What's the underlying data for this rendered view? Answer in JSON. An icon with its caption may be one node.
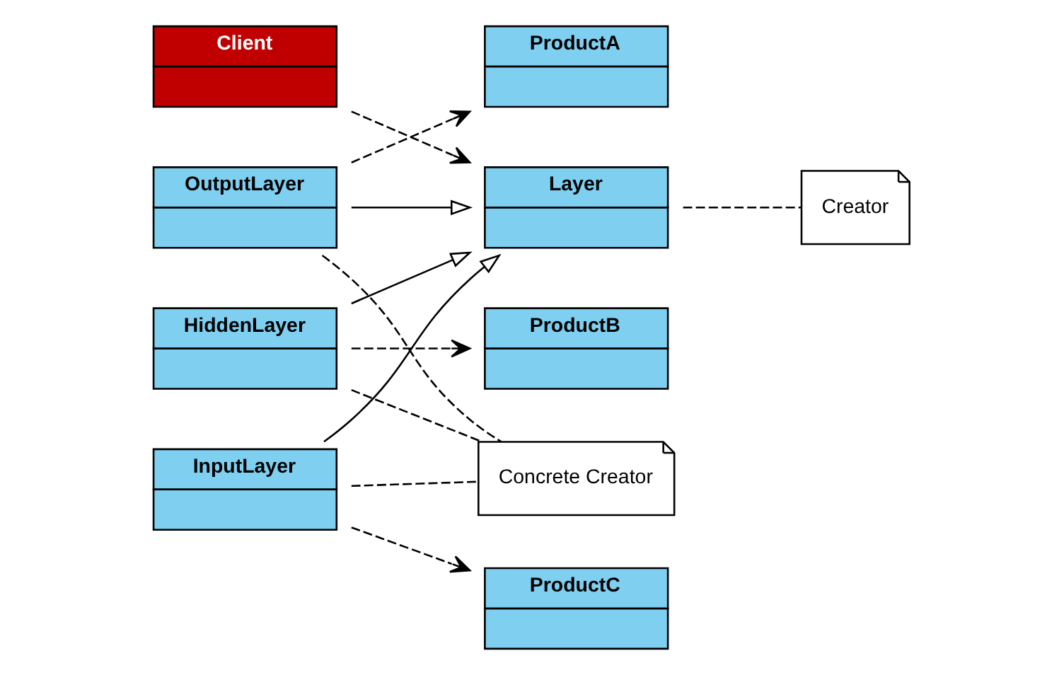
{
  "diagram": {
    "nodes": [
      {
        "text": [
          "Client"
        ]
      },
      {
        "text": [
          "OutputLayer"
        ]
      },
      {
        "text": [
          "ProductA"
        ]
      },
      {
        "text": [
          "Layer"
        ]
      },
      {
        "text": [
          "HiddenLayer"
        ]
      },
      {
        "text": [
          "ProductB"
        ]
      },
      {
        "text": [
          "Creator"
        ]
      },
      {
        "text": [
          "InputLayer"
        ]
      },
      {
        "text": [
          "ProductC"
        ]
      },
      {
        "text": [
          "Concrete Creator"
        ]
      }
    ],
    "edges": [
      {
        "from": 0,
        "to": 3,
        "arrow": "to",
        "style": "dashed"
      },
      {
        "from": 1,
        "to": 3,
        "arrow": "to"
      },
      {
        "from": 4,
        "to": 3,
        "arrow": "to"
      },
      {
        "from": 7,
        "to": 3,
        "arrow": "to"
      },
      {
        "from": 1,
        "to": 2,
        "arrow": "to",
        "style": "dashed"
      },
      {
        "from": 4,
        "to": 5,
        "arrow": "to",
        "style": "dashed"
      },
      {
        "from": 7,
        "to": 8,
        "arrow": "to",
        "style": "dashed"
      },
      {
        "from": 3,
        "to": 6,
        "arrow": "none",
        "style": "dashed"
      },
      {
        "from": 1,
        "to": 9,
        "arrow": "none",
        "style": "dashed"
      },
      {
        "from": 4,
        "to": 9,
        "arrow": "none",
        "style": "dashed"
      },
      {
        "from": 7,
        "to": 9,
        "arrow": "none",
        "style": "dashed"
      }
    ]
  }
}
